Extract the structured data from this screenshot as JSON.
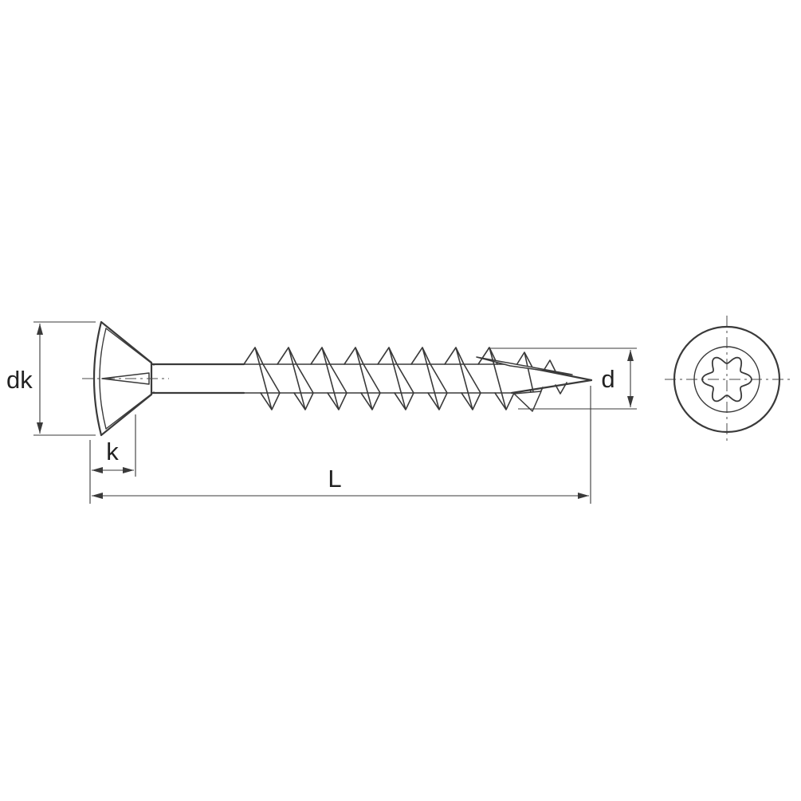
{
  "drawing": {
    "type": "technical-dimension-drawing",
    "subject": "countersunk-head torx wood screw, side view and end view",
    "labels": {
      "head_diameter": "dk",
      "head_height": "k",
      "overall_length": "L",
      "thread_diameter": "d"
    },
    "colors": {
      "line": "#3a3a3a",
      "background": "#ffffff"
    }
  }
}
